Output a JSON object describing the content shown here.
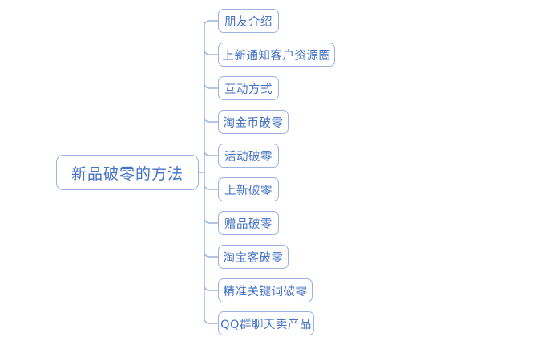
{
  "diagram": {
    "type": "mind-map",
    "orientation": "left-to-right",
    "root": {
      "label": "新品破零的方法"
    },
    "colors": {
      "border": "#9ab3de",
      "text": "#4472c4",
      "connector": "#9ab3de",
      "background": "#ffffff"
    },
    "children": [
      {
        "label": "朋友介绍"
      },
      {
        "label": "上新通知客户资源圈"
      },
      {
        "label": "互动方式"
      },
      {
        "label": "淘金币破零"
      },
      {
        "label": "活动破零"
      },
      {
        "label": "上新破零"
      },
      {
        "label": "赠品破零"
      },
      {
        "label": "淘宝客破零"
      },
      {
        "label": "精准关键词破零"
      },
      {
        "label": "QQ群聊天卖产品"
      }
    ]
  }
}
